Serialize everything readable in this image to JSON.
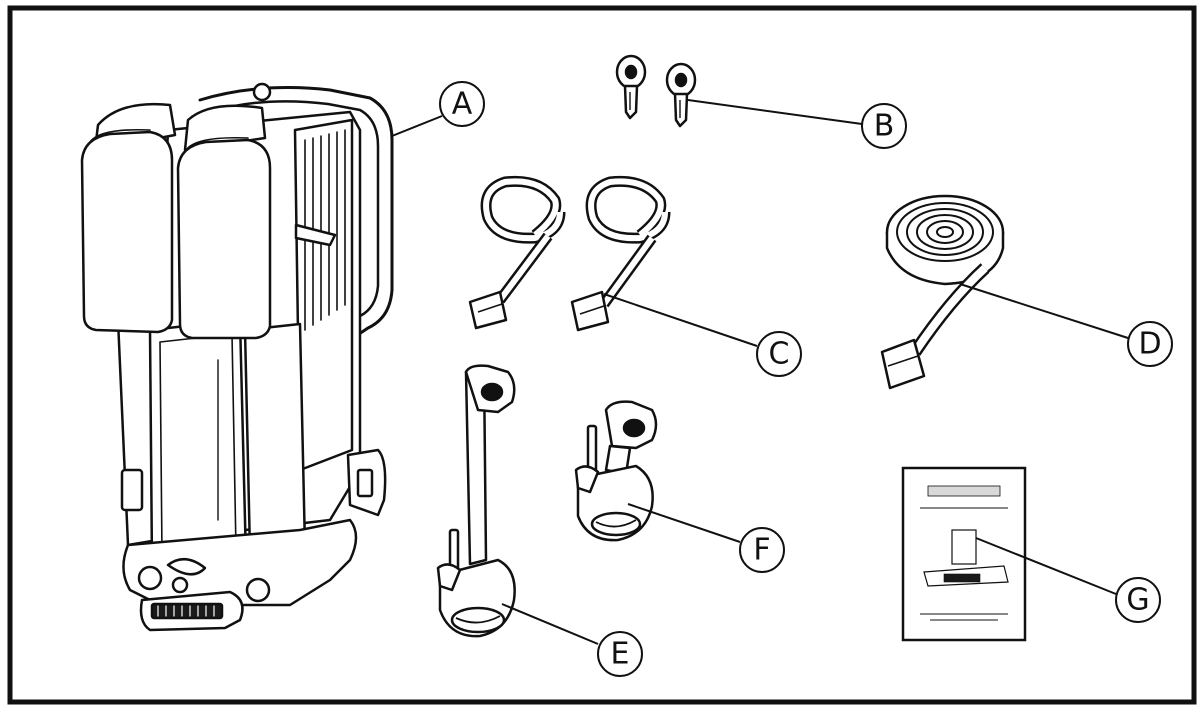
{
  "callouts": {
    "a": "A",
    "b": "B",
    "c": "C",
    "d": "D",
    "e": "E",
    "f": "F",
    "g": "G"
  },
  "colors": {
    "ink": "#111111",
    "paper": "#ffffff",
    "dark": "#1a1a1a",
    "shade": "#d9d9d9"
  }
}
